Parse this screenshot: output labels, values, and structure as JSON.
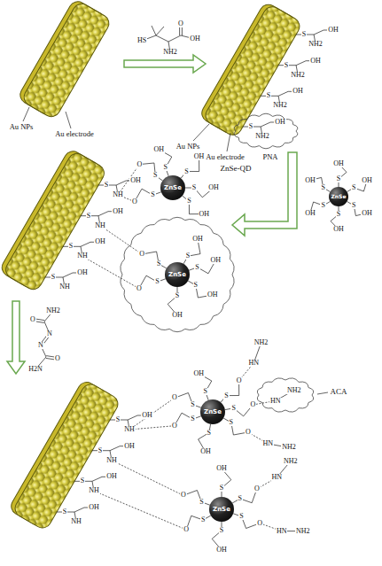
{
  "diagram": {
    "nodes": [
      {
        "text": [
          "ZnSe"
        ]
      },
      {
        "text": [
          "ZnSe"
        ]
      },
      {
        "text": [
          "ZnSe"
        ]
      },
      {
        "text": [
          "ZnSe"
        ]
      },
      {
        "text": [
          "ZnSe"
        ]
      }
    ],
    "labels": [
      "Au NPs",
      "Au electrode",
      "HS",
      "NH2",
      "O",
      "OH",
      "Au NPs",
      "Au electrode",
      "PNA",
      "S",
      "NH2",
      "OH",
      "S",
      "NH2",
      "OH",
      "S",
      "NH2",
      "OH",
      "S",
      "NH2",
      "OH",
      "ZnSe-QD",
      "S",
      "NH",
      "OH",
      "S",
      "NH",
      "OH",
      "S",
      "NH",
      "OH",
      "S",
      "NH",
      "OH",
      "S",
      "OH",
      "S",
      "OH",
      "S",
      "O",
      "S",
      "O",
      "S",
      "OH",
      "S",
      "OH",
      "S",
      "OH",
      "S",
      "OH",
      "S",
      "OH",
      "S",
      "OH",
      "S",
      "OH",
      "S",
      "OH",
      "S",
      "OH",
      "S",
      "OH",
      "S",
      "O",
      "S",
      "O",
      "S",
      "OH",
      "S",
      "OH",
      "NH2",
      "O",
      "N",
      "N",
      "O",
      "H2N",
      "ACA",
      "S",
      "NH",
      "OH",
      "S",
      "NH",
      "OH",
      "S",
      "NH",
      "OH",
      "S",
      "NH",
      "OH",
      "S",
      "OH",
      "S",
      "O",
      "S",
      "O",
      "S",
      "OH",
      "S",
      "O",
      "HN",
      "NH2",
      "S",
      "O",
      "HN",
      "NH2",
      "S",
      "O",
      "HN",
      "NH2",
      "S",
      "OH",
      "S",
      "O",
      "HN",
      "NH2",
      "S",
      "O",
      "HN",
      "NH2",
      "S",
      "OH",
      "S",
      "O",
      "S",
      "O"
    ]
  }
}
